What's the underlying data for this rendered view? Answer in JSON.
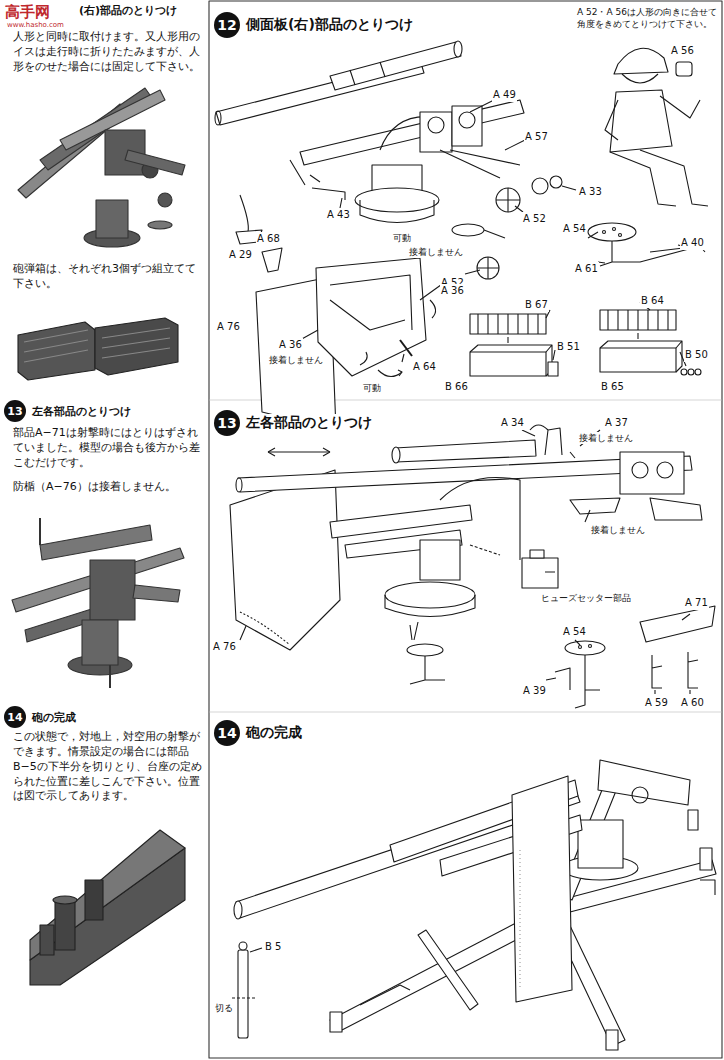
{
  "diagram": {
    "nodes": [
      {
        "text": [
          "13",
          "左各部品のとりつけ"
        ]
      },
      {
        "text": [
          "14",
          "砲の完成"
        ]
      },
      {
        "text": [
          "12",
          "側面板(右)部品のとりつけ"
        ]
      },
      {
        "text": [
          "13",
          "左各部品のとりつけ"
        ]
      },
      {
        "text": [
          "14",
          "砲の完成"
        ]
      }
    ],
    "labels": [
      "高手网",
      "www.hasho.com",
      "(右)部品のとりつけ",
      "人形と同時に取付けます。又人形用のイスは走行時に折りたたみますが、人形をのせた場合には固定して下さい。",
      "砲弾箱は、それぞれ3個ずつ組立てて下さい。",
      "部品A−71は射撃時にはとりはずされていました。模型の場合も後方から差こむだけです。",
      "防楯（A−76）は接着しません。",
      "この状態で，対地上，対空用の射撃ができます。情景設定の場合には部品B−5の下半分を切りとり、台座の定められた位置に差しこんで下さい。位置は図で示してあります。",
      "A 52・A 56は人形の向きに合せて角度をきめてとりつけて下さい。",
      "A 56",
      "A 49",
      "A 57",
      "A 33",
      "A 52",
      "A 43",
      "A 29",
      "A 68",
      "可動",
      "A 52",
      "A 54",
      "A 40",
      "A 61",
      "接着しません",
      "A 36",
      "A 76",
      "A 36",
      "接着しません",
      "A 64",
      "可動",
      "B 67",
      "B 64",
      "B 51",
      "B 50",
      "B 66",
      "B 65",
      "A 34",
      "A 37",
      "接着しません",
      "接着しません",
      "ヒューズセッター部品",
      "A 76",
      "A 54",
      "A 71",
      "A 39",
      "A 59",
      "A 60",
      "B 5",
      "切る"
    ]
  }
}
